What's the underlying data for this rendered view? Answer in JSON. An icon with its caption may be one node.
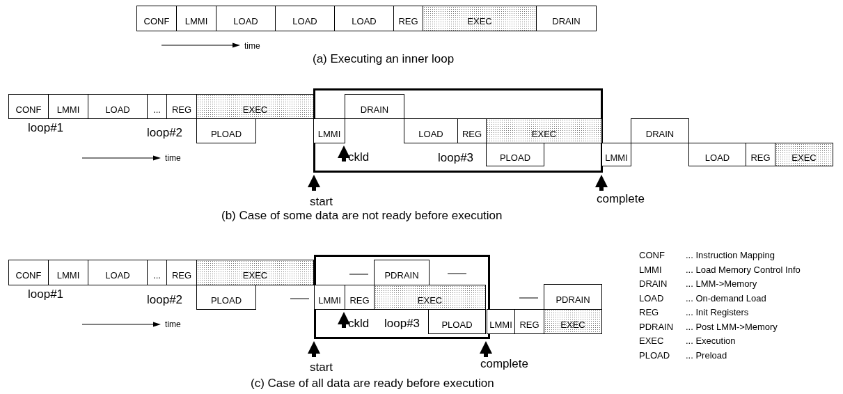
{
  "diagram": {
    "nodes": [
      {
        "text": [
          "CONF"
        ]
      },
      {
        "text": [
          "LMMI"
        ]
      },
      {
        "text": [
          "LOAD"
        ]
      },
      {
        "text": [
          "LOAD"
        ]
      },
      {
        "text": [
          "LOAD"
        ]
      },
      {
        "text": [
          "REG"
        ]
      },
      {
        "text": [
          "EXEC"
        ]
      },
      {
        "text": [
          "DRAIN"
        ]
      },
      {
        "text": [
          "CONF"
        ]
      },
      {
        "text": [
          "LMMI"
        ]
      },
      {
        "text": [
          "LOAD"
        ]
      },
      {
        "text": [
          "..."
        ]
      },
      {
        "text": [
          "REG"
        ]
      },
      {
        "text": [
          "EXEC"
        ]
      },
      {
        "text": [
          "PLOAD"
        ]
      },
      {
        "text": [
          "LMMI"
        ]
      },
      {
        "text": [
          "DRAIN"
        ]
      },
      {
        "text": [
          "LOAD"
        ]
      },
      {
        "text": [
          "REG"
        ]
      },
      {
        "text": [
          "EXEC"
        ]
      },
      {
        "text": [
          "PLOAD"
        ]
      },
      {
        "text": [
          "LMMI"
        ]
      },
      {
        "text": [
          "DRAIN"
        ]
      },
      {
        "text": [
          "LOAD"
        ]
      },
      {
        "text": [
          "REG"
        ]
      },
      {
        "text": [
          "EXEC"
        ]
      },
      {
        "text": [
          "CONF"
        ]
      },
      {
        "text": [
          "LMMI"
        ]
      },
      {
        "text": [
          "LOAD"
        ]
      },
      {
        "text": [
          "..."
        ]
      },
      {
        "text": [
          "REG"
        ]
      },
      {
        "text": [
          "EXEC"
        ]
      },
      {
        "text": [
          "PLOAD"
        ]
      },
      {
        "text": [
          "LMMI"
        ]
      },
      {
        "text": [
          "REG"
        ]
      },
      {
        "text": [
          "PDRAIN"
        ]
      },
      {
        "text": [
          "EXEC"
        ]
      },
      {
        "text": [
          "PLOAD"
        ]
      },
      {
        "text": [
          "LMMI"
        ]
      },
      {
        "text": [
          "REG"
        ]
      },
      {
        "text": [
          "PDRAIN"
        ]
      },
      {
        "text": [
          "EXEC"
        ]
      }
    ],
    "labels": [
      "time",
      "(a) Executing an inner loop",
      "loop#1",
      "loop#2",
      "time",
      "ckld",
      "loop#3",
      "start",
      "complete",
      "(b) Case of some data are not ready before execution",
      "loop#1",
      "loop#2",
      "time",
      "ckld",
      "loop#3",
      "start",
      "complete",
      "(c) Case of all data are ready before execution",
      "CONF",
      "... Instruction Mapping",
      "LMMI",
      "... Load Memory Control Info",
      "DRAIN",
      "... LMM->Memory",
      "LOAD",
      "... On-demand Load",
      "REG",
      "... Init Registers",
      "PDRAIN",
      "... Post LMM->Memory",
      "EXEC",
      "... Execution",
      "PLOAD",
      "... Preload"
    ]
  }
}
